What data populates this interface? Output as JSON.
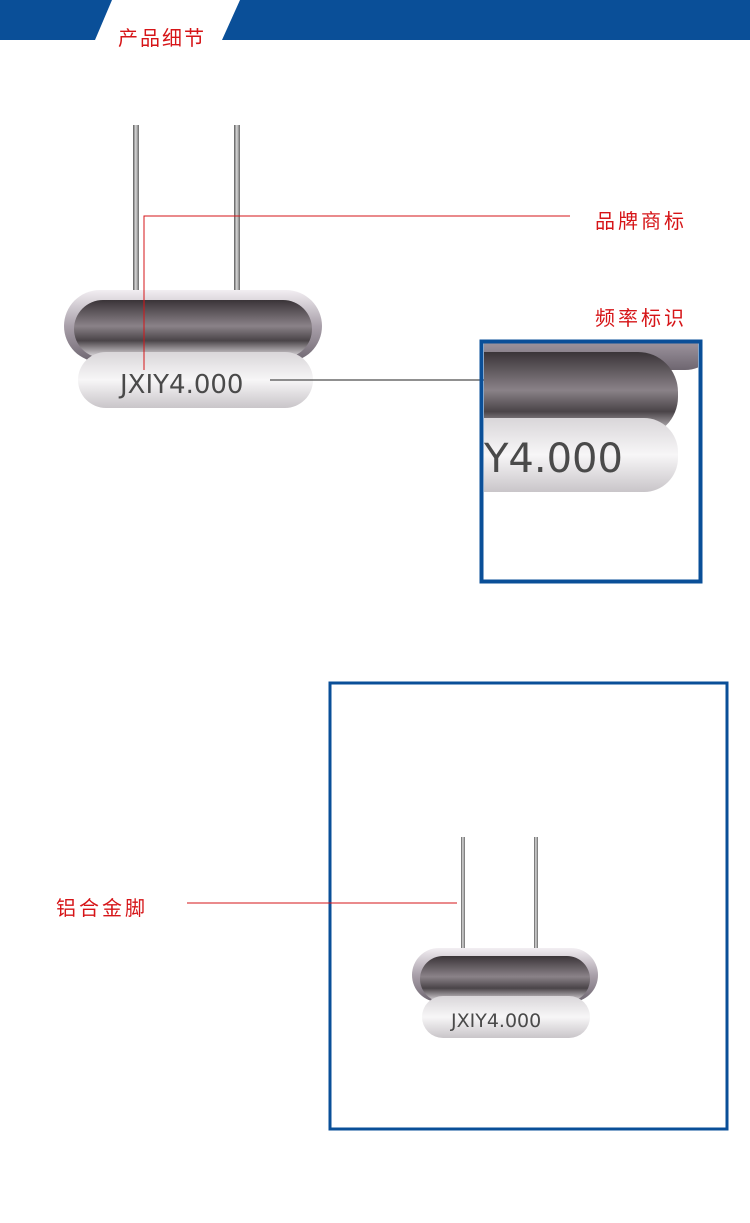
{
  "header": {
    "title": "产品细节",
    "color": "#0a4f98"
  },
  "callouts": {
    "brand_logo": "品牌商标",
    "frequency_mark": "频率标识",
    "alloy_leads": "铝合金脚"
  },
  "product": {
    "marking": "JXIY4.000",
    "zoom_marking": "Y4.000"
  },
  "colors": {
    "frame": "#0a4f98",
    "callout_text": "#d61518",
    "leader_red": "#d61518",
    "leader_dark": "#222222"
  }
}
